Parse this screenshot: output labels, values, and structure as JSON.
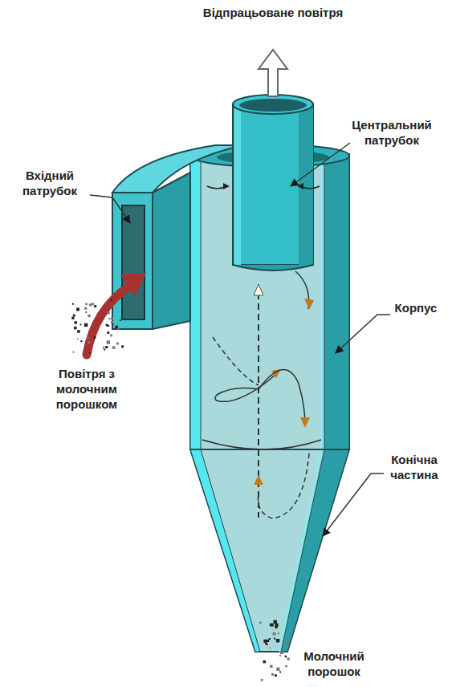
{
  "diagram": {
    "labels": [
      "Відпрацьоване повітря",
      "Центральний патрубок",
      "Вхідний патрубок",
      "Корпус",
      "Повітря з молочним порошком",
      "Конічна частина",
      "Молочний порошок"
    ]
  }
}
